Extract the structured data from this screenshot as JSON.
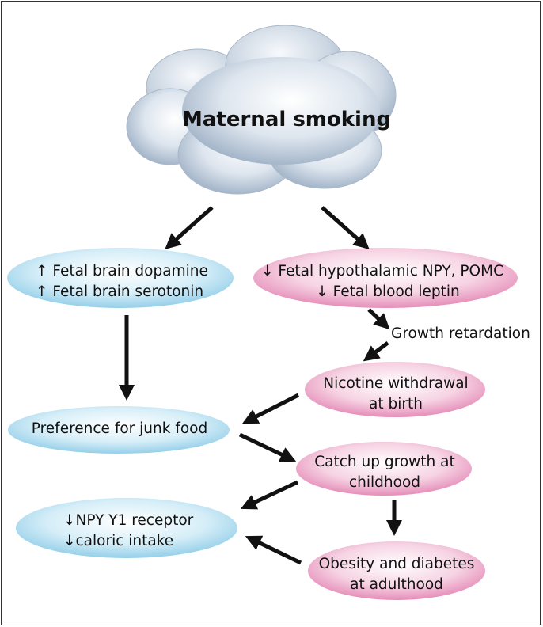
{
  "cloud": {
    "label": "Maternal smoking"
  },
  "nodes": {
    "dopamine": {
      "line1": "↑ Fetal brain dopamine",
      "line2": "↑ Fetal brain serotonin"
    },
    "npy": {
      "line1": "↓ Fetal  hypothalamic NPY, POMC",
      "line2": "↓ Fetal blood leptin"
    },
    "growth_retardation": {
      "label": "Growth retardation"
    },
    "nicotine": {
      "line1": "Nicotine withdrawal",
      "line2": "at birth"
    },
    "junk_food": {
      "label": "Preference for junk food"
    },
    "catch_up": {
      "line1": "Catch up growth at",
      "line2": "childhood"
    },
    "npy_y1": {
      "line1": "↓NPY Y1 receptor",
      "line2": "↓caloric intake"
    },
    "obesity": {
      "line1": "Obesity and diabetes",
      "line2": "at adulthood"
    }
  },
  "colors": {
    "blue_node": "#b9dff0",
    "pink_node": "#eda8c9",
    "cloud": "#c3d0de",
    "arrow": "#111111"
  }
}
